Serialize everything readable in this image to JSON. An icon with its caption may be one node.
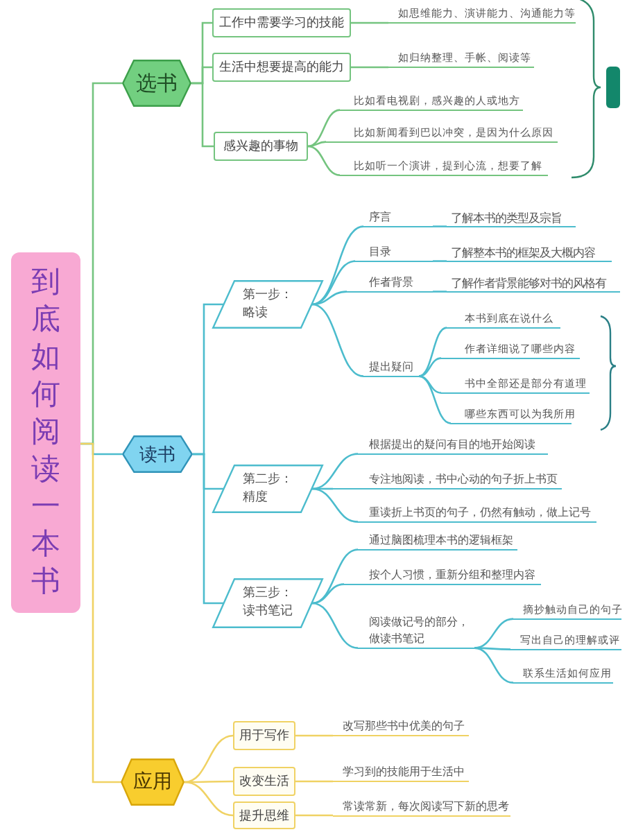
{
  "diagram": {
    "nodes": [
      {
        "text": [
          "到底如何阅读一本书"
        ]
      },
      {
        "text": [
          "选书"
        ]
      },
      {
        "text": [
          "工作中需要学习的技能"
        ]
      },
      {
        "text": [
          "生活中想要提高的能力"
        ]
      },
      {
        "text": [
          "感兴趣的事物"
        ]
      },
      {
        "text": [
          "如思维能力、演讲能力、沟通能力等"
        ]
      },
      {
        "text": [
          "如归纳整理、手帐、阅读等"
        ]
      },
      {
        "text": [
          "比如看电视剧，感兴趣的人或地方"
        ]
      },
      {
        "text": [
          "比如新闻看到巴以冲突，是因为什么原因"
        ]
      },
      {
        "text": [
          "比如听一个演讲，提到心流，想要了解"
        ]
      },
      {
        "text": [],
        "shape": "box"
      },
      {
        "text": [
          "读书"
        ]
      },
      {
        "text": [
          "第一步：略读"
        ]
      },
      {
        "text": [
          "序言"
        ]
      },
      {
        "text": [
          "了解本书的类型及宗旨"
        ]
      },
      {
        "text": [
          "目录"
        ]
      },
      {
        "text": [
          "了解整本书的框架及大概内容"
        ]
      },
      {
        "text": [
          "作者背景"
        ]
      },
      {
        "text": [
          "了解作者背景能够对书的风格有"
        ]
      },
      {
        "text": [
          "提出疑问"
        ]
      },
      {
        "text": [
          "本书到底在说什么"
        ]
      },
      {
        "text": [
          "作者详细说了哪些内容"
        ]
      },
      {
        "text": [
          "书中全部还是部分有道理"
        ]
      },
      {
        "text": [
          "哪些东西可以为我所用"
        ]
      },
      {
        "text": [
          "第二步：精度"
        ]
      },
      {
        "text": [
          "根据提出的疑问有目的地开始阅读"
        ]
      },
      {
        "text": [
          "专注地阅读，书中心动的句子折上书页"
        ]
      },
      {
        "text": [
          "重读折上书页的句子，仍然有触动，做上记号"
        ]
      },
      {
        "text": [
          "第三步：读书笔记"
        ]
      },
      {
        "text": [
          "通过脑图梳理本书的逻辑框架"
        ]
      },
      {
        "text": [
          "按个人习惯，重新分组和整理内容"
        ]
      },
      {
        "text": [
          "阅读做记号的部分，做读书笔记"
        ]
      },
      {
        "text": [
          "摘抄触动自己的句子"
        ]
      },
      {
        "text": [
          "写出自己的理解或评"
        ]
      },
      {
        "text": [
          "联系生活如何应用"
        ]
      },
      {
        "text": [
          "应用"
        ]
      },
      {
        "text": [
          "用于写作"
        ]
      },
      {
        "text": [
          "改变生活"
        ]
      },
      {
        "text": [
          "提升思维"
        ]
      },
      {
        "text": [
          "改写那些书中优美的句子"
        ]
      },
      {
        "text": [
          "学习到的技能用于生活中"
        ]
      },
      {
        "text": [
          "常读常新，每次阅读写下新的思考"
        ]
      }
    ],
    "edges": [
      {
        "from": 0,
        "to": 1,
        "arrow": "none",
        "color": "#74c47f"
      },
      {
        "from": 0,
        "to": 11,
        "arrow": "none"
      },
      {
        "from": 0,
        "to": 35,
        "arrow": "none",
        "color": "#f0d263"
      },
      {
        "from": 1,
        "to": 2,
        "arrow": "none",
        "color": "#74c47f"
      },
      {
        "from": 1,
        "to": 3,
        "arrow": "none",
        "color": "#74c47f"
      },
      {
        "from": 1,
        "to": 4,
        "arrow": "none",
        "color": "#74c47f"
      },
      {
        "from": 2,
        "to": 5,
        "arrow": "none",
        "color": "#74c47f"
      },
      {
        "from": 3,
        "to": 6,
        "arrow": "none",
        "color": "#74c47f"
      },
      {
        "from": 4,
        "to": 7,
        "arrow": "none",
        "color": "#74c47f"
      },
      {
        "from": 4,
        "to": 8,
        "arrow": "none",
        "color": "#74c47f"
      },
      {
        "from": 4,
        "to": 9,
        "arrow": "none",
        "color": "#74c47f"
      },
      {
        "from": 11,
        "to": 12,
        "arrow": "none"
      },
      {
        "from": 11,
        "to": 24,
        "arrow": "none"
      },
      {
        "from": 11,
        "to": 28,
        "arrow": "none"
      },
      {
        "from": 12,
        "to": 13,
        "arrow": "none"
      },
      {
        "from": 12,
        "to": 15,
        "arrow": "none"
      },
      {
        "from": 12,
        "to": 17,
        "arrow": "none"
      },
      {
        "from": 12,
        "to": 19,
        "arrow": "none"
      },
      {
        "from": 13,
        "to": 14,
        "arrow": "none"
      },
      {
        "from": 15,
        "to": 16,
        "arrow": "none"
      },
      {
        "from": 17,
        "to": 18,
        "arrow": "none"
      },
      {
        "from": 19,
        "to": 20,
        "arrow": "none"
      },
      {
        "from": 19,
        "to": 21,
        "arrow": "none"
      },
      {
        "from": 19,
        "to": 22,
        "arrow": "none"
      },
      {
        "from": 19,
        "to": 23,
        "arrow": "none"
      },
      {
        "from": 24,
        "to": 25,
        "arrow": "none"
      },
      {
        "from": 24,
        "to": 26,
        "arrow": "none"
      },
      {
        "from": 24,
        "to": 27,
        "arrow": "none"
      },
      {
        "from": 28,
        "to": 29,
        "arrow": "none"
      },
      {
        "from": 28,
        "to": 30,
        "arrow": "none"
      },
      {
        "from": 28,
        "to": 31,
        "arrow": "none"
      },
      {
        "from": 31,
        "to": 32,
        "arrow": "none"
      },
      {
        "from": 31,
        "to": 33,
        "arrow": "none"
      },
      {
        "from": 31,
        "to": 34,
        "arrow": "none"
      },
      {
        "from": 35,
        "to": 36,
        "arrow": "none",
        "color": "#f0d263"
      },
      {
        "from": 35,
        "to": 37,
        "arrow": "none",
        "color": "#f0d263"
      },
      {
        "from": 35,
        "to": 38,
        "arrow": "none",
        "color": "#f0d263"
      },
      {
        "from": 36,
        "to": 39,
        "arrow": "none",
        "color": "#f0d263"
      },
      {
        "from": 37,
        "to": 40,
        "arrow": "none",
        "color": "#f0d263"
      },
      {
        "from": 38,
        "to": 41,
        "arrow": "none",
        "color": "#f0d263"
      }
    ]
  }
}
